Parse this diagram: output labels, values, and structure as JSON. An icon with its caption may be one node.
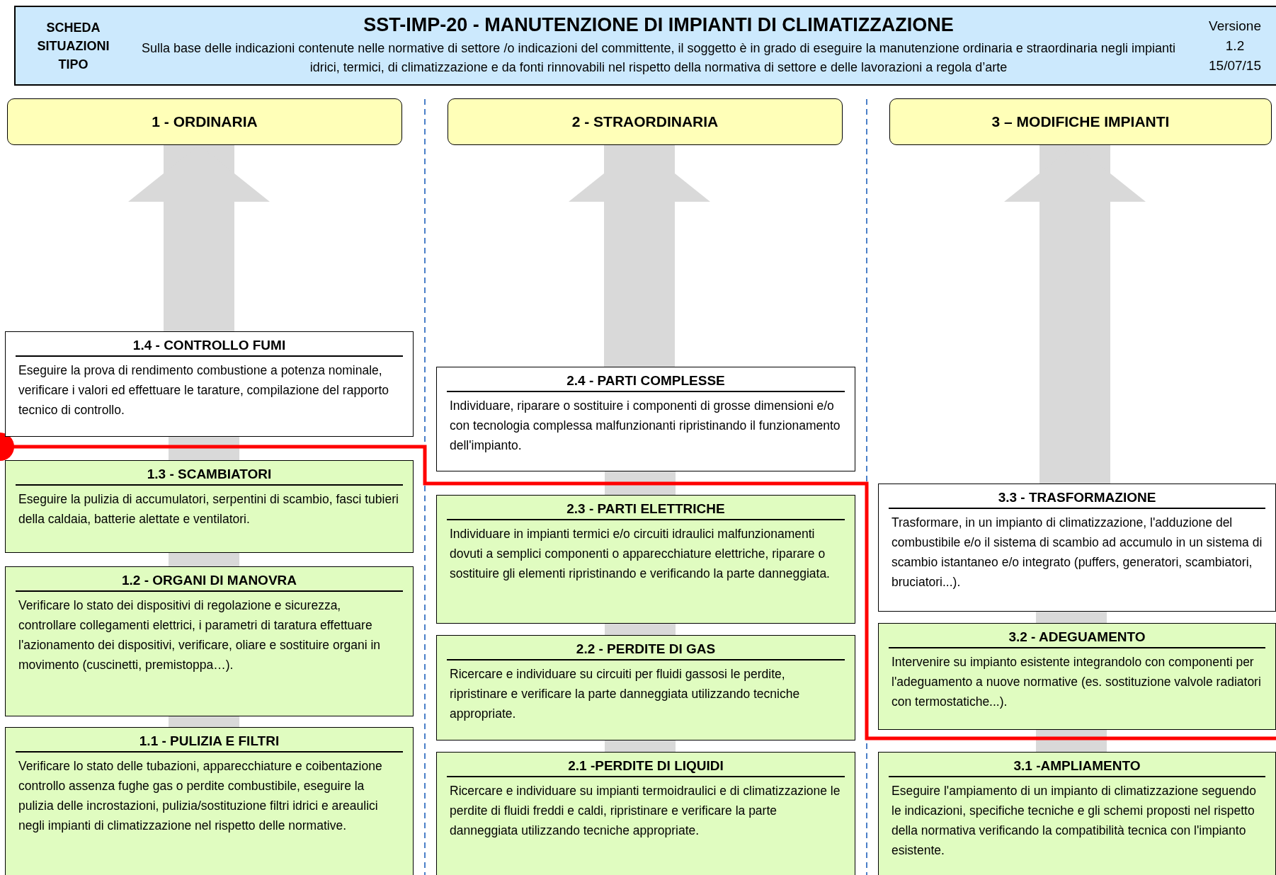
{
  "diagram": {
    "title": "SST-IMP-20  -  MANUTENZIONE DI IMPIANTI DI CLIMATIZZAZIONE",
    "nodes": [
      {
        "text": [
          "1 - ORDINARIA"
        ]
      },
      {
        "text": [
          "2 - STRAORDINARIA"
        ]
      },
      {
        "text": [
          "3 – MODIFICHE IMPIANTI"
        ]
      },
      {
        "text": [
          "1.4 - CONTROLLO FUMI",
          "Eseguire la prova di rendimento combustione a potenza nominale, verificare i valori ed effettuare le tarature, compilazione del rapporto tecnico di controllo."
        ]
      },
      {
        "text": [
          "1.3 - SCAMBIATORI",
          "Eseguire la pulizia di accumulatori, serpentini di scambio, fasci tubieri della caldaia, batterie alettate e ventilatori."
        ]
      },
      {
        "text": [
          "1.2 - ORGANI DI MANOVRA",
          "Verificare lo stato dei dispositivi di regolazione e sicurezza, controllare collegamenti elettrici, i parametri di taratura effettuare l'azionamento dei dispositivi, verificare, oliare e sostituire organi in movimento (cuscinetti, premistoppa…)."
        ]
      },
      {
        "text": [
          "1.1 - PULIZIA E FILTRI",
          "Verificare lo stato delle tubazioni, apparecchiature e coibentazione controllo assenza fughe gas o perdite combustibile, eseguire la pulizia delle incrostazioni, pulizia/sostituzione filtri idrici e areaulici negli impianti di climatizzazione nel rispetto delle normative."
        ]
      },
      {
        "text": [
          "2.4 - PARTI COMPLESSE",
          "Individuare, riparare o sostituire i componenti di grosse dimensioni e/o con tecnologia complessa malfunzionanti ripristinando il funzionamento dell'impianto."
        ]
      },
      {
        "text": [
          "2.3 - PARTI ELETTRICHE",
          "Individuare in impianti termici e/o circuiti idraulici malfunzionamenti dovuti a semplici componenti o apparecchiature elettriche, riparare o sostituire gli elementi ripristinando e verificando la parte danneggiata."
        ]
      },
      {
        "text": [
          "2.2 - PERDITE DI GAS",
          "Ricercare e individuare su circuiti per fluidi gassosi le perdite, ripristinare e verificare la parte danneggiata utilizzando tecniche appropriate."
        ]
      },
      {
        "text": [
          "2.1 -PERDITE DI LIQUIDI",
          "Ricercare e individuare su impianti termoidraulici e di climatizzazione le perdite di fluidi freddi e caldi, ripristinare e verificare la parte danneggiata utilizzando tecniche appropriate."
        ]
      },
      {
        "text": [
          "3.3 - TRASFORMAZIONE",
          "Trasformare, in un impianto di climatizzazione, l'adduzione del combustibile e/o il sistema di scambio ad accumulo in un sistema di scambio istantaneo e/o integrato (puffers, generatori, scambiatori, bruciatori...)."
        ]
      },
      {
        "text": [
          "3.2 - ADEGUAMENTO",
          "Intervenire su impianto esistente integrandolo con componenti per l'adeguamento a nuove normative (es. sostituzione valvole radiatori con termostatiche...)."
        ]
      },
      {
        "text": [
          "3.1 -AMPLIAMENTO",
          "Eseguire l'ampiamento di un impianto di climatizzazione seguendo le indicazioni, specifiche tecniche e gli schemi proposti nel rispetto della normativa verificando la compatibilità tecnica con l'impianto esistente."
        ]
      }
    ],
    "edges": [
      {
        "from": 6,
        "to": 5,
        "arrow": "none"
      },
      {
        "from": 5,
        "to": 4,
        "arrow": "none"
      },
      {
        "from": 4,
        "to": 3,
        "arrow": "none"
      },
      {
        "from": 3,
        "to": 0,
        "arrow": "to"
      },
      {
        "from": 10,
        "to": 9,
        "arrow": "none"
      },
      {
        "from": 9,
        "to": 8,
        "arrow": "none"
      },
      {
        "from": 8,
        "to": 7,
        "arrow": "none"
      },
      {
        "from": 7,
        "to": 1,
        "arrow": "to"
      },
      {
        "from": 13,
        "to": 12,
        "arrow": "none"
      },
      {
        "from": 12,
        "to": 11,
        "arrow": "none"
      },
      {
        "from": 11,
        "to": 2,
        "arrow": "to"
      }
    ],
    "labels": [
      "SCHEDA SITUAZIONI TIPO",
      "Sulla base delle indicazioni contenute nelle normative di settore /o indicazioni del committente, il soggetto è in grado di eseguire la manutenzione ordinaria e straordinaria negli impianti idrici, termici, di climatizzazione e da fonti rinnovabili nel rispetto della normativa di settore e delle lavorazioni a regola d’arte",
      "Versione 1.2 15/07/15"
    ]
  }
}
